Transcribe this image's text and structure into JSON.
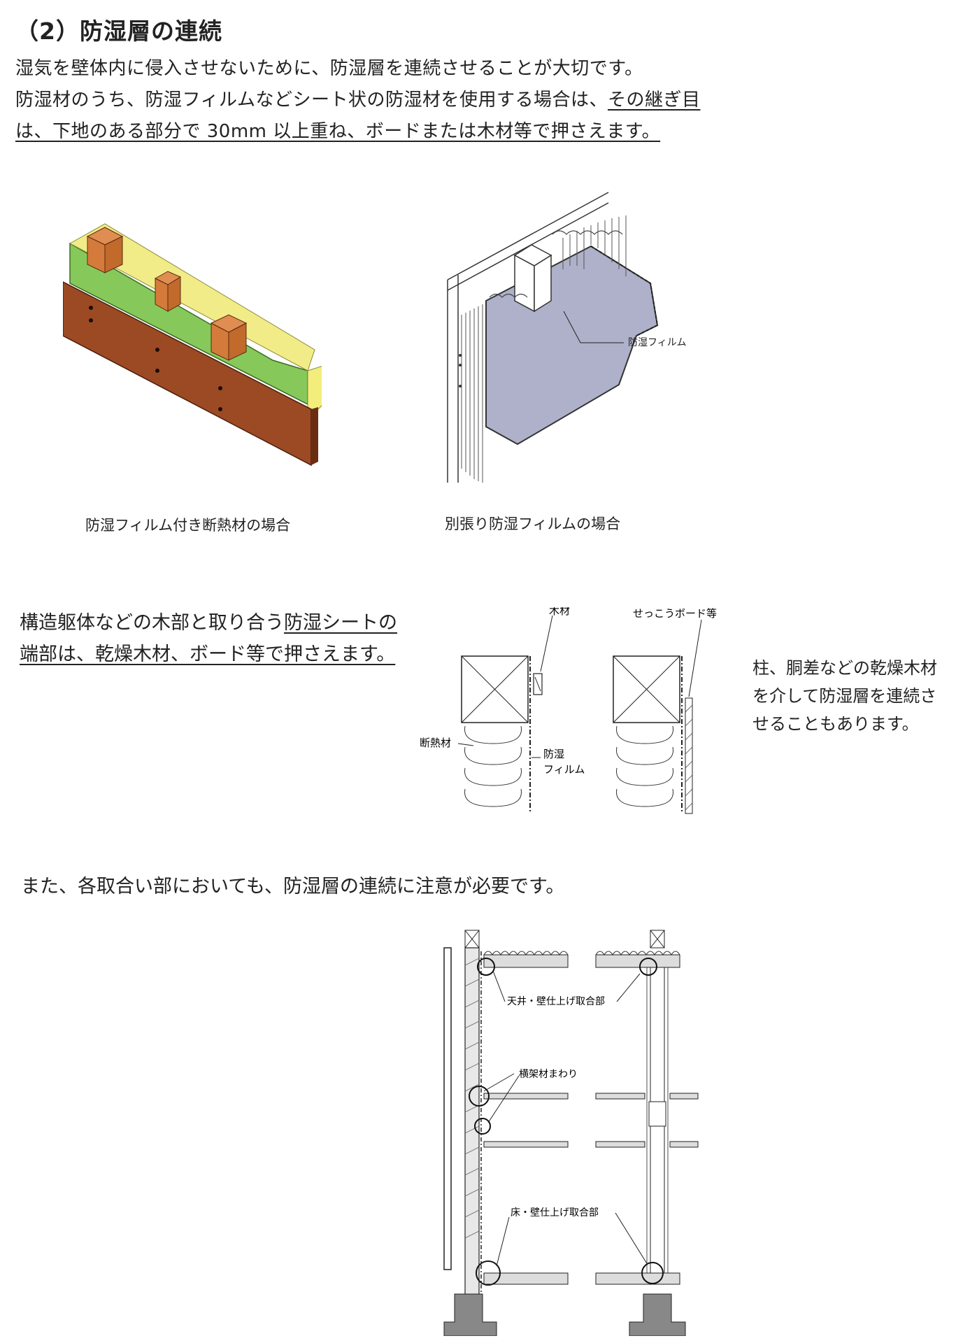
{
  "heading": "（2）防湿層の連続",
  "intro": {
    "line1": "湿気を壁体内に侵入させないために、防湿層を連続させることが大切です。",
    "plain": "防湿材のうち、防湿フィルムなどシート状の防湿材を使用する場合は、",
    "underlined": "その継ぎ目は、下地のある部分で 30mm 以上重ね、ボードまたは木材等で押さえます。"
  },
  "figures": {
    "fig1_caption": "防湿フィルム付き断熱材の場合",
    "fig2_caption": "別張り防湿フィルムの場合",
    "fig2_label": "防湿フィルム"
  },
  "section2": {
    "plain": "構造躯体などの木部と取り合う",
    "underlined": "防湿シートの端部は、乾燥木材、ボード等で押さえます。",
    "right_note": "柱、胴差などの乾燥木材を介して防湿層を連続させることもあります。",
    "labels": {
      "wood": "木材",
      "gypsum": "せっこうボード等",
      "insulation": "断熱材",
      "film_line1": "防湿",
      "film_line2": "フィルム"
    }
  },
  "section3": {
    "note": "また、各取合い部においても、防湿層の連続に注意が必要です。",
    "labels": {
      "ceiling": "天井・壁仕上げ取合部",
      "beam": "横架材まわり",
      "floor": "床・壁仕上げ取合部"
    }
  }
}
